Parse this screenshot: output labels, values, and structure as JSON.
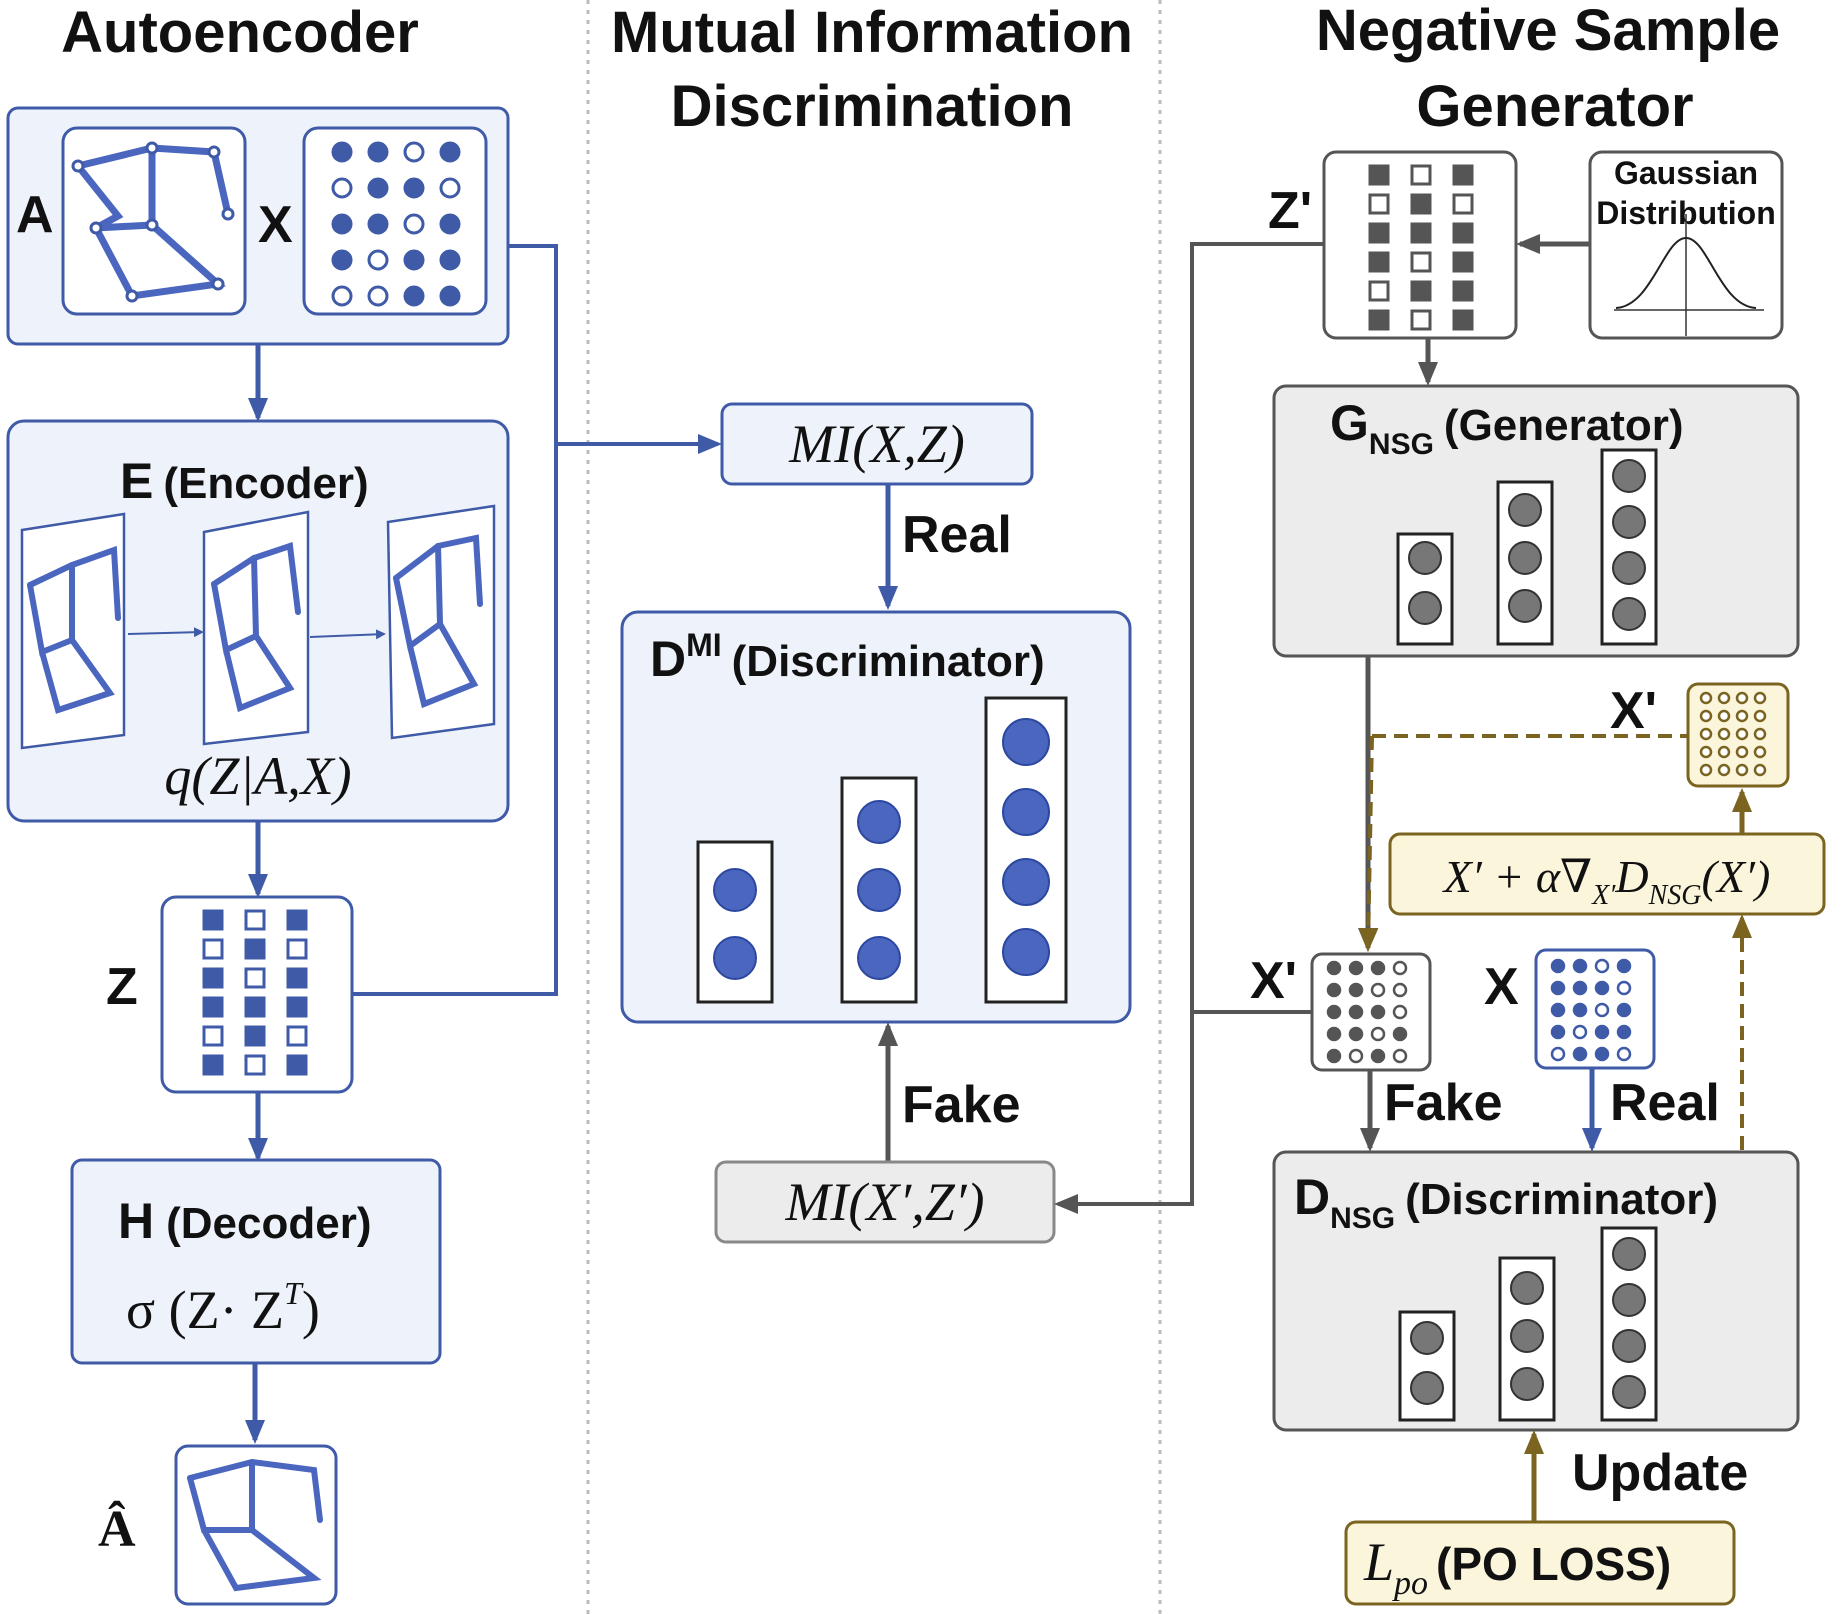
{
  "headers": {
    "autoencoder": "Autoencoder",
    "mi_line1": "Mutual Information",
    "mi_line2": "Discrimination",
    "nsg_line1": "Negative Sample",
    "nsg_line2": "Generator"
  },
  "autoencoder": {
    "input_a_label": "A",
    "input_x_label": "X",
    "encoder_letter": "E",
    "encoder_title": "(Encoder)",
    "encoder_formula": "q(Z|A,X)",
    "z_label": "Z",
    "decoder_letter": "H",
    "decoder_title": "(Decoder)",
    "decoder_formula": "σ (Z· Z",
    "decoder_formula_sup": "T",
    "decoder_formula_end": ")",
    "output_label": "Â"
  },
  "mi": {
    "mi_real": "MI(X,Z)",
    "real_label": "Real",
    "disc_letter": "D",
    "disc_sup": "MI",
    "disc_title": "(Discriminator)",
    "fake_label": "Fake",
    "mi_fake": "MI(X′,Z′)"
  },
  "nsg": {
    "z_prime_label": "Z'",
    "gaussian_line1": "Gaussian",
    "gaussian_line2": "Distribution",
    "gen_letter": "G",
    "gen_sub": "NSG",
    "gen_title": "(Generator)",
    "x_prime_top_label": "X'",
    "update_formula_a": "X′ + α∇",
    "update_formula_sub1": "X′",
    "update_formula_b": "D",
    "update_formula_sub2": "NSG",
    "update_formula_c": "(X′)",
    "x_prime_label": "X'",
    "x_label": "X",
    "fake_label": "Fake",
    "real_label": "Real",
    "disc_letter": "D",
    "disc_sub": "NSG",
    "disc_title": "(Discriminator)",
    "update_label": "Update",
    "loss_symbol": "L",
    "loss_sub": "po",
    "loss_text": "(PO LOSS)"
  },
  "colors": {
    "blue": "#3f5ba8",
    "blue_fill": "#eef3fb",
    "gray": "#555555",
    "gray_fill": "#ececec",
    "olive": "#7a6420",
    "olive_fill": "#fbf5dc"
  }
}
